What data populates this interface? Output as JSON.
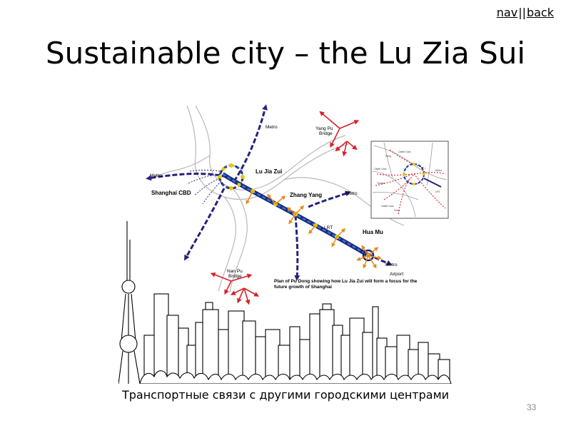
{
  "nav": {
    "nav_label": "nav",
    "separator": "||",
    "back_label": "back"
  },
  "slide": {
    "title": "Sustainable city – the Lu Zia Sui",
    "caption": "Транспортные связи с другими городскими центрами",
    "page_number": "33"
  },
  "map": {
    "labels": {
      "metro_top": "Metro",
      "yang_pu_bridge_1": "Yang Pu",
      "yang_pu_bridge_2": "Bridge",
      "metro_left": "Metro",
      "shanghai_cbd": "Shanghai CBD",
      "lu_jia_zui": "Lu Jia Zui",
      "zhang_yang": "Zhang Yang",
      "metro_mid": "Metro",
      "lrt": "LRT",
      "hua_mu": "Hua Mu",
      "metro_right": "Metro",
      "airport": "Airport",
      "nan_pu_bridge_1": "Nan Pu",
      "nan_pu_bridge_2": "Bridge",
      "plan_caption_1": "Plan of Pu Dong showing how Lu Jia Zui will form a focus for the",
      "plan_caption_2": "future growth of Shanghai"
    },
    "inset_labels": {
      "cable_cars_1": "Cable Cars",
      "ferry": "Ferry",
      "cable_cars_2": "Cable Cars",
      "tunnel": "Tunnel",
      "metro": "Metro",
      "cable_cars_3": "Cable Cars",
      "ferry_2": "Ferry",
      "lrt": "LRT"
    },
    "colors": {
      "metro_line": "#24247a",
      "lrt_line": "#1e7fd0",
      "station": "#e8c800",
      "orange_arrow": "#e88a1a",
      "red_arrow": "#d8202a",
      "inset_red": "#d8202a"
    }
  }
}
